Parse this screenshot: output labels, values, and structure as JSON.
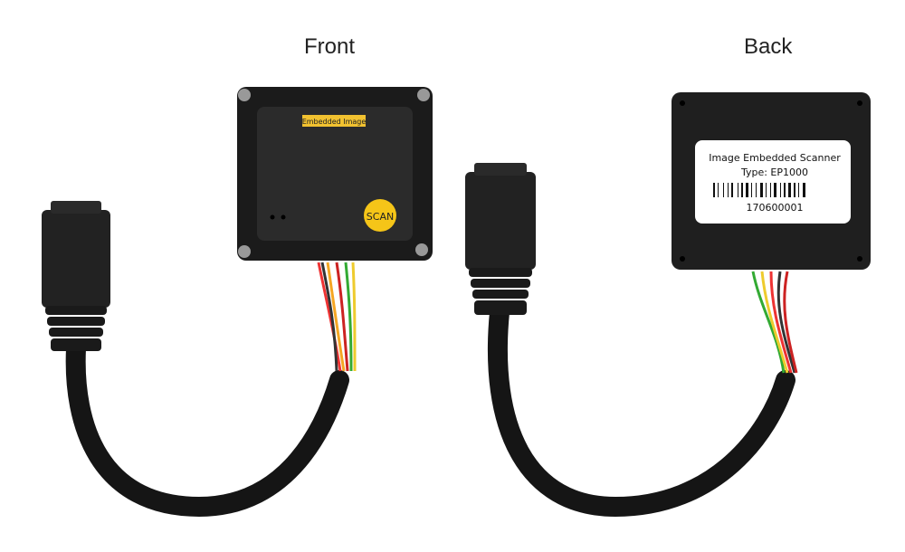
{
  "captions": {
    "front": "Front",
    "back": "Back"
  },
  "front_device": {
    "sticker_text": "Embedded Image",
    "button_label": "SCAN"
  },
  "back_device": {
    "label_line1": "Image Embedded Scanner",
    "label_line2": "Type: EP1000",
    "serial": "170600001"
  },
  "colors": {
    "body": "#1f1f1f",
    "sticker": "#f2c230",
    "button": "#f5c518",
    "cable": "#151515"
  }
}
